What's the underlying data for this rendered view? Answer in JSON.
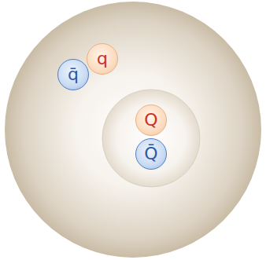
{
  "diagram": {
    "nodes": [
      {
        "text": [
          "q̄"
        ]
      },
      {
        "text": [
          "q"
        ]
      },
      {
        "text": [
          "Q"
        ]
      },
      {
        "text": [
          "Q̄"
        ]
      }
    ]
  }
}
